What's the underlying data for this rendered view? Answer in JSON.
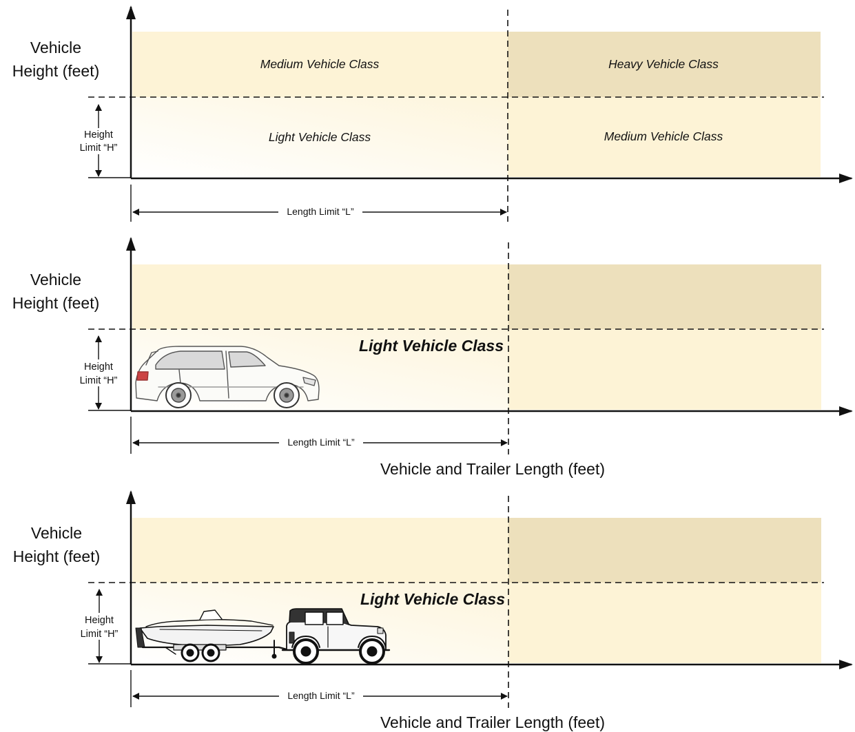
{
  "panels": [
    {
      "y_axis_label_line1": "Vehicle",
      "y_axis_label_line2": "Height (feet)",
      "height_limit_line1": "Height",
      "height_limit_line2": "Limit “H”",
      "length_limit": "Length Limit “L”",
      "region_top_left": "Medium Vehicle Class",
      "region_top_right": "Heavy Vehicle Class",
      "region_bottom_left": "Light Vehicle Class",
      "region_bottom_right": "Medium Vehicle Class",
      "x_axis_label": ""
    },
    {
      "y_axis_label_line1": "Vehicle",
      "y_axis_label_line2": "Height (feet)",
      "height_limit_line1": "Height",
      "height_limit_line2": "Limit “H”",
      "length_limit": "Length Limit “L”",
      "highlight_label": "Light Vehicle Class",
      "vehicle_icon": "minivan-icon",
      "x_axis_label": "Vehicle and Trailer Length (feet)"
    },
    {
      "y_axis_label_line1": "Vehicle",
      "y_axis_label_line2": "Height (feet)",
      "height_limit_line1": "Height",
      "height_limit_line2": "Limit “H”",
      "length_limit": "Length Limit “L”",
      "highlight_label": "Light Vehicle Class",
      "vehicle_icon": "jeep-with-boat-trailer-icon",
      "x_axis_label": "Vehicle and Trailer Length (feet)"
    }
  ],
  "colors": {
    "light_region": "#fffbee",
    "medium_region": "#fdf3d6",
    "heavy_region": "#ede0bc",
    "line": "#111111"
  }
}
